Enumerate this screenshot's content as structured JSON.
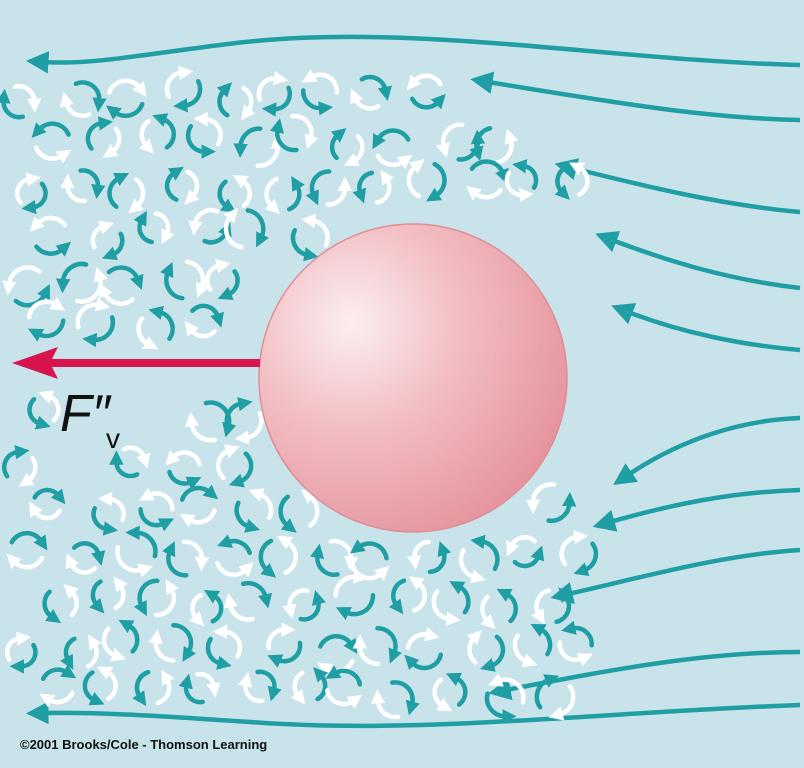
{
  "diagram": {
    "force_label": "F″",
    "force_subscript": "v",
    "copyright": "©2001 Brooks/Cole - Thomson Learning"
  },
  "colors": {
    "background": "#c8e3ea",
    "flow": "#1f9ea4",
    "eddy_white": "#ffffff",
    "sphere": "#eaa2aa",
    "force_arrow": "#d8144e"
  },
  "icons": {
    "streamline": "curved-arrow-left",
    "eddy": "curved-arrow",
    "sphere": "shaded-circle",
    "force": "arrow-left"
  }
}
